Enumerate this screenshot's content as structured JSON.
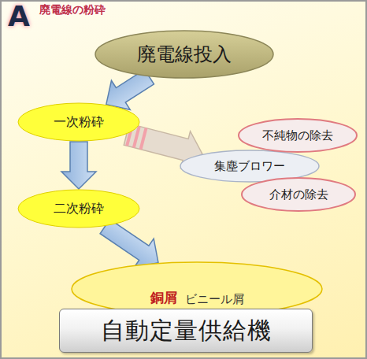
{
  "diagram": {
    "title": "廃電線の粉砕",
    "nodes": [
      {
        "text": [
          "廃電線投入"
        ]
      },
      {
        "text": [
          "一次粉砕"
        ]
      },
      {
        "text": [
          "集塵ブロワー"
        ]
      },
      {
        "text": [
          "不純物の除去"
        ]
      },
      {
        "text": [
          "介材の除去"
        ]
      },
      {
        "text": [
          "二次粉砕"
        ]
      },
      {
        "text": [
          "銅屑",
          "ビニール屑"
        ]
      },
      {
        "text": [
          "自動定量供給機"
        ]
      }
    ],
    "edges": [
      {
        "from": 0,
        "to": 1,
        "arrow": "to"
      },
      {
        "from": 1,
        "to": 5,
        "arrow": "to"
      },
      {
        "from": 1,
        "to": 2,
        "arrow": "to"
      },
      {
        "from": 5,
        "to": 6,
        "arrow": "to"
      }
    ],
    "labels": [
      "A"
    ]
  }
}
